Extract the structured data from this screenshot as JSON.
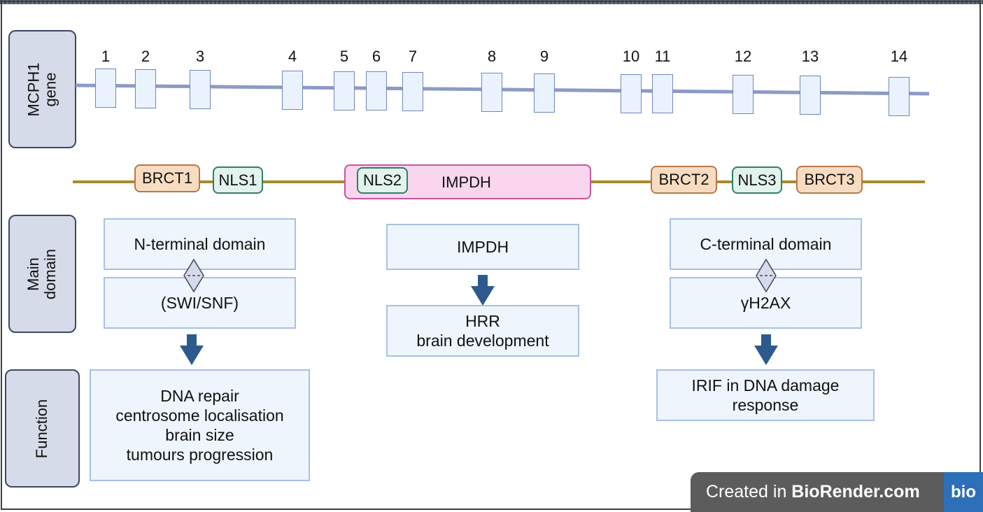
{
  "side_labels": {
    "gene": "MCPH1\ngene",
    "main_domain": "Main\ndomain",
    "function": "Function"
  },
  "exons": [
    "1",
    "2",
    "3",
    "4",
    "5",
    "6",
    "7",
    "8",
    "9",
    "10",
    "11",
    "12",
    "13",
    "14"
  ],
  "protein_domains": {
    "brct1": "BRCT1",
    "nls1": "NLS1",
    "nls2": "NLS2",
    "impdh": "IMPDH",
    "brct2": "BRCT2",
    "nls3": "NLS3",
    "brct3": "BRCT3"
  },
  "main_domains": {
    "n_terminal": "N-terminal domain",
    "swi_snf": "(SWI/SNF)",
    "impdh": "IMPDH",
    "c_terminal": "C-terminal domain",
    "gamma_h2ax": "γH2AX"
  },
  "functions": {
    "n_terminal": "DNA repair\ncentrosome localisation\nbrain size\ntumours progression",
    "impdh": "HRR\nbrain development",
    "c_terminal": "IRIF in DNA damage\nresponse"
  },
  "watermark": {
    "prefix": "Created in ",
    "brand": "BioRender.com",
    "logo": "bio"
  },
  "colors": {
    "gene_line": "#8d9bc4",
    "protein_line": "#a88a2e",
    "arrow": "#2c5a8c"
  }
}
